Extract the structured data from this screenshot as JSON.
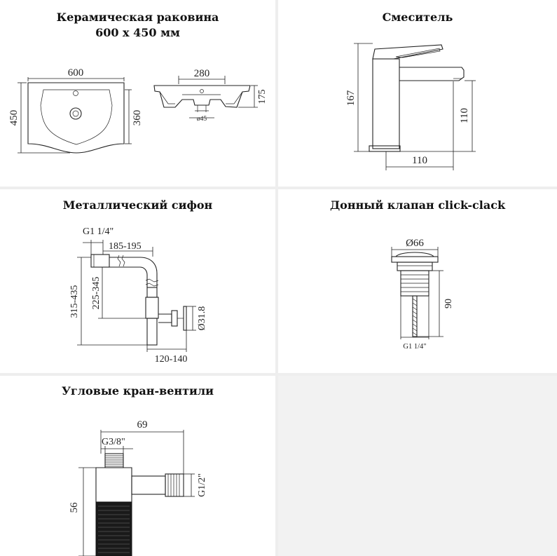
{
  "panels": {
    "basin": {
      "title_line1": "Керамическая раковина",
      "title_line2": "600 х 450 мм",
      "dims": {
        "width": "600",
        "depth": "450",
        "inner": "360",
        "top_width": "280",
        "height": "175",
        "drain": "ø45"
      }
    },
    "mixer": {
      "title": "Смеситель",
      "dims": {
        "height": "167",
        "spout_height": "110",
        "reach": "110"
      }
    },
    "siphon": {
      "title": "Металлический сифон",
      "dims": {
        "thread": "G1 1/4\"",
        "offset": "185-195",
        "total_height": "315-435",
        "inner_height": "225-345",
        "outlet": "Ø31.8",
        "length": "120-140"
      }
    },
    "valve": {
      "title": "Донный клапан click-clack",
      "dims": {
        "diameter": "Ø66",
        "height": "90",
        "thread": "G1 1/4\""
      }
    },
    "angle_valve": {
      "title": "Угловые кран-вентили",
      "dims": {
        "width": "69",
        "inlet": "G3/8\"",
        "outlet": "G1/2\"",
        "height": "56"
      }
    }
  }
}
